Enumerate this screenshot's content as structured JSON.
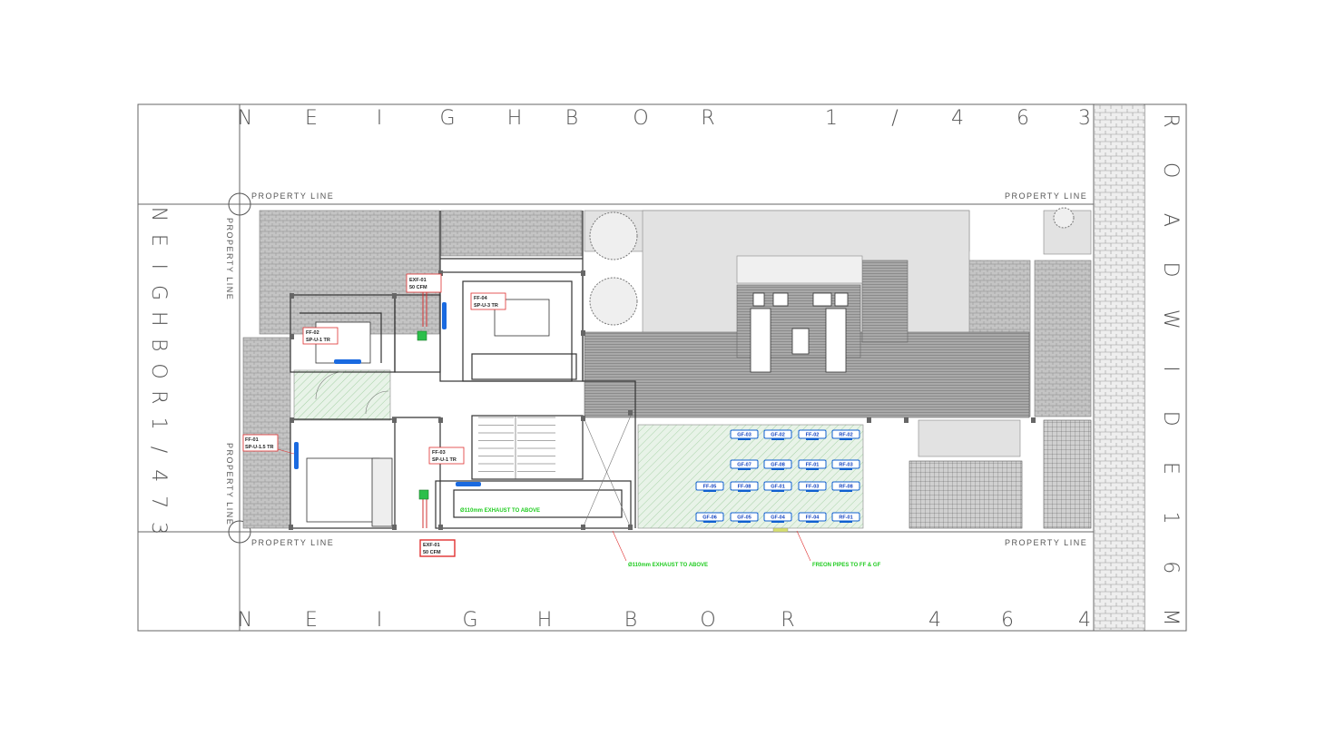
{
  "neighbor_top": [
    "N",
    "E",
    "I",
    "G",
    "H",
    "B",
    "O",
    "R",
    "1",
    "/",
    "4",
    "6",
    "3"
  ],
  "neighbor_bottom": [
    "N",
    "E",
    "I",
    "G",
    "H",
    "B",
    "O",
    "R",
    "4",
    "6",
    "4"
  ],
  "neighbor_left": [
    "N",
    "E",
    "I",
    "G",
    "H",
    "B",
    "O",
    "R",
    "1",
    "/",
    "4",
    "7",
    "3"
  ],
  "road": [
    "R",
    "O",
    "A",
    "D",
    "W",
    "I",
    "D",
    "E",
    "1",
    "6",
    "M"
  ],
  "property_line_label": "PROPERTY LINE",
  "property_line_label_left_top": "PROPERTY LINE",
  "equipment_tags": [
    {
      "id": "exf01a",
      "lines": [
        "EXF-01",
        "50 CFM"
      ]
    },
    {
      "id": "ff04",
      "lines": [
        "FF-04",
        "SP-U-3 TR"
      ]
    },
    {
      "id": "ff02",
      "lines": [
        "FF-02",
        "SP-U-1 TR"
      ]
    },
    {
      "id": "ff01",
      "lines": [
        "FF-01",
        "SP-U-1.5 TR"
      ]
    },
    {
      "id": "ff03",
      "lines": [
        "FF-03",
        "SP-U-1 TR"
      ]
    },
    {
      "id": "exf01b",
      "lines": [
        "EXF-01",
        "50 CFM"
      ]
    }
  ],
  "notes": {
    "exhaust_shaft": "Ø110mm EXHAUST TO ABOVE",
    "exhaust_below": "Ø110mm EXHAUST TO ABOVE",
    "freon": "FREON PIPES TO FF & GF"
  },
  "outdoor_units": [
    [
      "GF-03",
      "GF-02",
      "FF-02",
      "RF-02"
    ],
    [
      "GF-07",
      "GF-08",
      "FF-01",
      "RF-03"
    ],
    [
      "FF-05",
      "FF-08",
      "GF-01",
      "FF-03",
      "RF-08"
    ],
    [
      "GF-06",
      "GF-05",
      "GF-04",
      "FF-04",
      "RF-01"
    ]
  ],
  "colors": {
    "line": "#555555",
    "tag_border": "#e03030",
    "note_green": "#22cc22",
    "unit_blue": "#1060d0",
    "hatch_green": "#b9dcb9",
    "paving": "#b8b8b8"
  }
}
